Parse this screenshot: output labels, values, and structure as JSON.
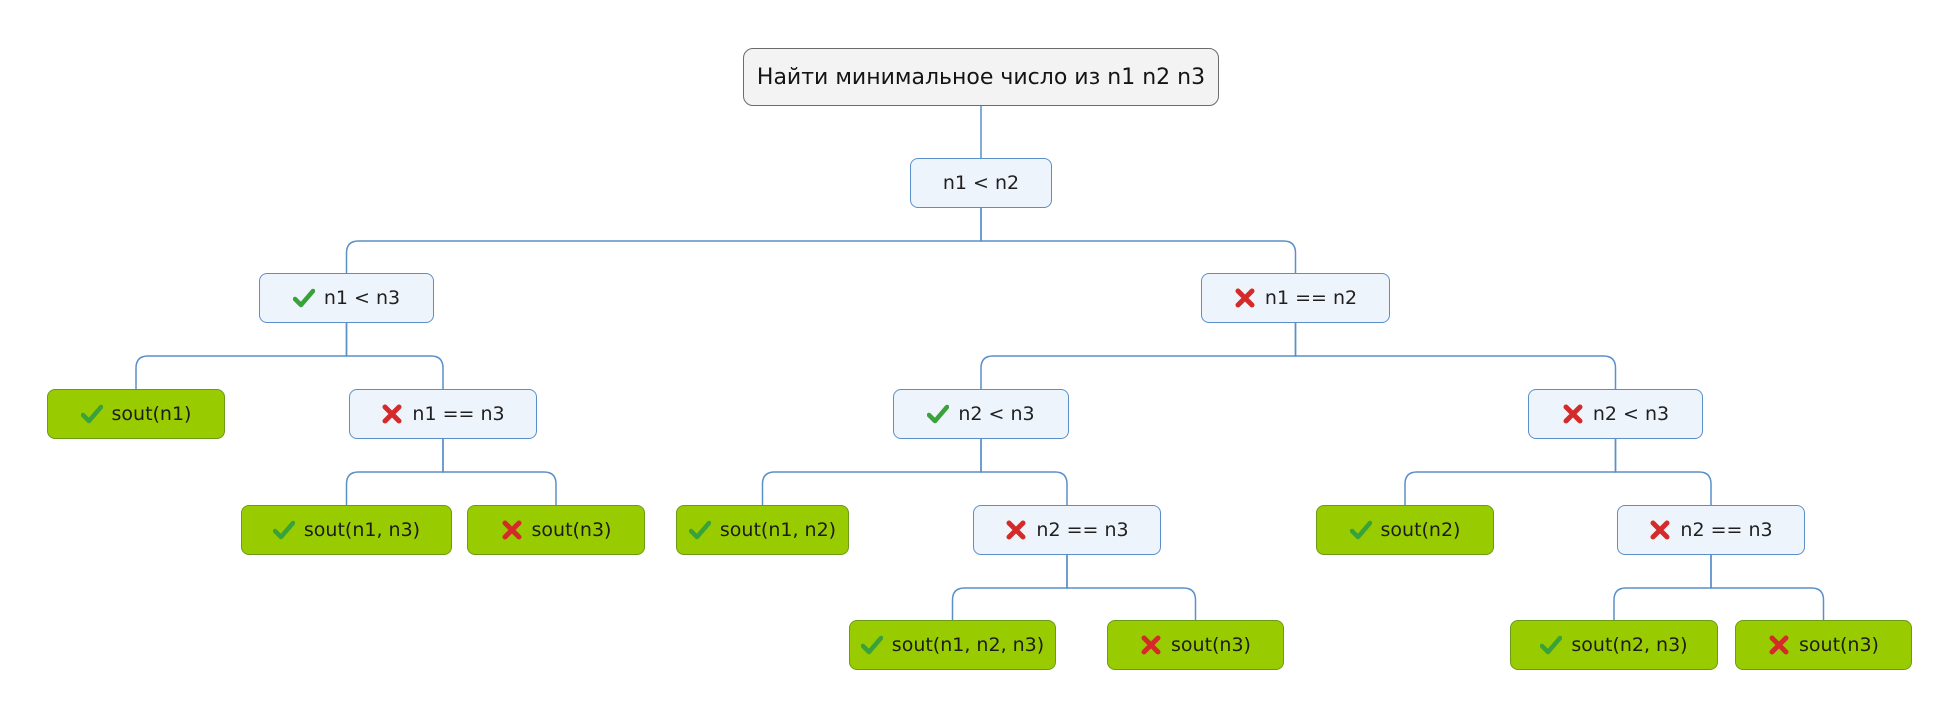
{
  "colors": {
    "connector": "#5b8fc9",
    "check": "#3aa23a",
    "cross": "#d42a2a",
    "leaf": "#99cc00",
    "condition": "#eef4fb"
  },
  "root": {
    "label": "Найти минимальное число из n1 n2 n3"
  },
  "conditions": {
    "c1": {
      "label": "n1 < n2"
    },
    "c2": {
      "label": "n1 < n3",
      "icon": "check-icon"
    },
    "c3": {
      "label": "n1 == n2",
      "icon": "cross-icon"
    },
    "c4": {
      "label": "n1 == n3",
      "icon": "cross-icon"
    },
    "c5": {
      "label": "n2 < n3",
      "icon": "check-icon"
    },
    "c6": {
      "label": "n2 < n3",
      "icon": "cross-icon"
    },
    "c7": {
      "label": "n2 == n3",
      "icon": "cross-icon"
    },
    "c8": {
      "label": "n2 == n3",
      "icon": "cross-icon"
    }
  },
  "leaves": {
    "l1": {
      "label": "sout(n1)",
      "icon": "check-icon"
    },
    "l2": {
      "label": "sout(n1, n3)",
      "icon": "check-icon"
    },
    "l3": {
      "label": "sout(n3)",
      "icon": "cross-icon"
    },
    "l4": {
      "label": "sout(n1, n2)",
      "icon": "check-icon"
    },
    "l5": {
      "label": "sout(n2)",
      "icon": "check-icon"
    },
    "l6": {
      "label": "sout(n1, n2, n3)",
      "icon": "check-icon"
    },
    "l7": {
      "label": "sout(n3)",
      "icon": "cross-icon"
    },
    "l8": {
      "label": "sout(n2, n3)",
      "icon": "check-icon"
    },
    "l9": {
      "label": "sout(n3)",
      "icon": "cross-icon"
    }
  },
  "edges": [
    [
      "root",
      "c1"
    ],
    [
      "c1",
      "c2"
    ],
    [
      "c1",
      "c3"
    ],
    [
      "c2",
      "l1"
    ],
    [
      "c2",
      "c4"
    ],
    [
      "c4",
      "l2"
    ],
    [
      "c4",
      "l3"
    ],
    [
      "c3",
      "c5"
    ],
    [
      "c3",
      "c6"
    ],
    [
      "c5",
      "l4"
    ],
    [
      "c5",
      "c7"
    ],
    [
      "c7",
      "l6"
    ],
    [
      "c7",
      "l7"
    ],
    [
      "c6",
      "l5"
    ],
    [
      "c6",
      "c8"
    ],
    [
      "c8",
      "l8"
    ],
    [
      "c8",
      "l9"
    ]
  ]
}
